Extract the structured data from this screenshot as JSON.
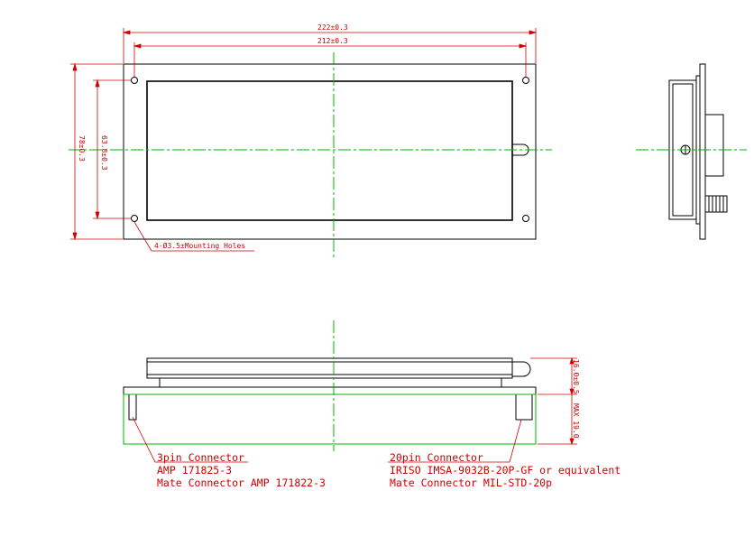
{
  "colors": {
    "outline": "#000000",
    "dimension": "#d00000",
    "centerline": "#00b400",
    "background": "#ffffff"
  },
  "dimensions": {
    "overall_width": "222±0.3",
    "hole_pitch_width": "212±0.3",
    "overall_height": "78±0.3",
    "hole_pitch_height": "63.8±0.3",
    "module_thickness": "16.0±0.5",
    "max_thickness": "MAX 19.0"
  },
  "callouts": {
    "mounting_holes": "4-Ø3.5±Mounting Holes",
    "connector_3pin": {
      "title": "3pin Connector",
      "part": "AMP 171825-3",
      "mate": "Mate Connector AMP 171822-3"
    },
    "connector_20pin": {
      "title": "20pin Connector",
      "part": "IRISO IMSA-9032B-20P-GF or equivalent",
      "mate": "Mate Connector MIL-STD-20p"
    }
  }
}
